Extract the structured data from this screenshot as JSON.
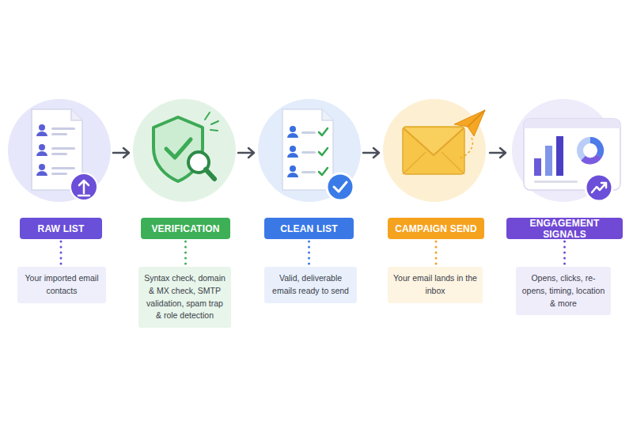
{
  "diagram": {
    "nodes": [
      {
        "text": [
          "RAW LIST"
        ]
      },
      {
        "text": [
          "Your imported email contacts"
        ]
      },
      {
        "text": [
          "VERIFICATION"
        ]
      },
      {
        "text": [
          "Syntax check, domain & MX check, SMTP validation, spam trap & role detection"
        ]
      },
      {
        "text": [
          "CLEAN LIST"
        ]
      },
      {
        "text": [
          "Valid, deliverable emails ready to send"
        ]
      },
      {
        "text": [
          "CAMPAIGN SEND"
        ]
      },
      {
        "text": [
          "Your email lands in the inbox"
        ]
      },
      {
        "text": [
          "ENGAGEMENT SIGNALS"
        ]
      },
      {
        "text": [
          "Opens, clicks, re-opens, timing, location & more"
        ]
      }
    ],
    "edges": [
      {
        "from": 0,
        "to": 1,
        "arrow": "none"
      },
      {
        "from": 2,
        "to": 3,
        "arrow": "none"
      },
      {
        "from": 4,
        "to": 5,
        "arrow": "none"
      },
      {
        "from": 6,
        "to": 7,
        "arrow": "none"
      },
      {
        "from": 8,
        "to": 9,
        "arrow": "none"
      }
    ]
  }
}
